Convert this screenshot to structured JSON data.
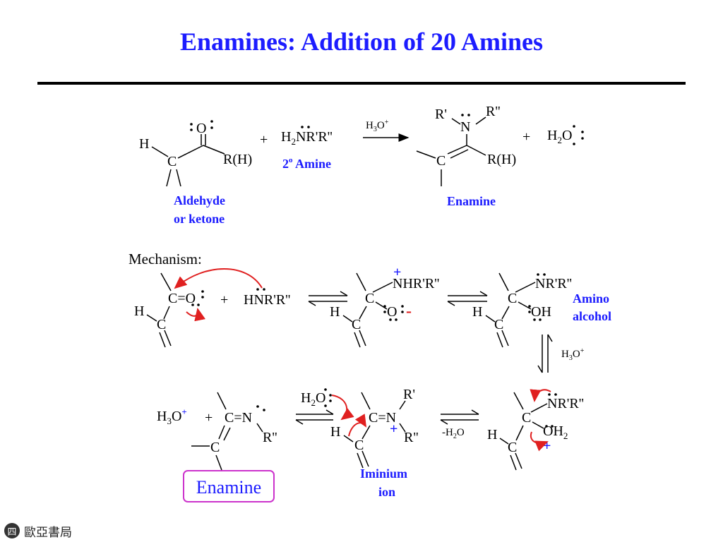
{
  "title": "Enamines: Addition of 20 Amines",
  "colors": {
    "title": "#1c1cff",
    "label": "#1c1cff",
    "arrow": "#e02020",
    "box": "#cc33cc"
  },
  "reaction": {
    "reactant_O": "O",
    "reactant_H": "H",
    "reactant_C": "C",
    "reactant_RH": "R(H)",
    "plus1": "+",
    "amine_H": "H",
    "amine_2": "2",
    "amine_rest": "NR'R''",
    "reagent_H": "H",
    "reagent_3": "3",
    "reagent_O": "O",
    "reagent_plus": "+",
    "amine_label_2": "2",
    "amine_label_o": "o",
    "amine_label_rest": " Amine",
    "prod_Rp": "R'",
    "prod_Rpp": "R''",
    "prod_N": "N",
    "prod_C": "C",
    "prod_RH": "R(H)",
    "plus2": "+",
    "water_H": "H",
    "water_2": "2",
    "water_O": "O",
    "aldehyde_label_1": "Aldehyde",
    "aldehyde_label_2": "or ketone",
    "enamine_label": "Enamine"
  },
  "mechanism": {
    "heading": "Mechanism:",
    "s1_CO": "C=O",
    "s1_H": "H",
    "s1_C": "C",
    "s1_plus": "+",
    "s1_amine": "HNR'R''",
    "s2_plus": "+",
    "s2_NHRR": "NHR'R''",
    "s2_C": "C",
    "s2_O": "O",
    "s2_minus": "-",
    "s2_H": "H",
    "s2_Cb": "C",
    "s3_NRR": "NR'R''",
    "s3_C": "C",
    "s3_OH": "OH",
    "s3_H": "H",
    "s3_Cb": "C",
    "amino_1": "Amino",
    "amino_2": "alcohol",
    "h3o_H": "H",
    "h3o_3": "3",
    "h3o_O": "O",
    "h3o_plus": "+",
    "s4_NRR": "NR'R''",
    "s4_C": "C",
    "s4_OH": "OH",
    "s4_2": "2",
    "s4_plus": "+",
    "s4_H": "H",
    "s4_Cb": "C",
    "loss_water": "-H",
    "loss_2": "2",
    "loss_O": "O",
    "s5_h2o_H": "H",
    "s5_h2o_2": "2",
    "s5_h2o_O": "O",
    "s5_Rp": "R'",
    "s5_CN": "C=N",
    "s5_plus": "+",
    "s5_Rpp": "R''",
    "s5_H": "H",
    "s5_Cb": "C",
    "iminium_1": "Iminium",
    "iminium_2": "ion",
    "s6_h3o_H": "H",
    "s6_h3o_3": "3",
    "s6_h3o_O": "O",
    "s6_h3o_plus": "+",
    "s6_plus": "+",
    "s6_CN": "C=N",
    "s6_Rpp": "R''",
    "s6_Cb": "C",
    "final_label": "Enamine"
  },
  "footer": {
    "logo_glyph": "四",
    "logo_text": "歐亞書局"
  }
}
